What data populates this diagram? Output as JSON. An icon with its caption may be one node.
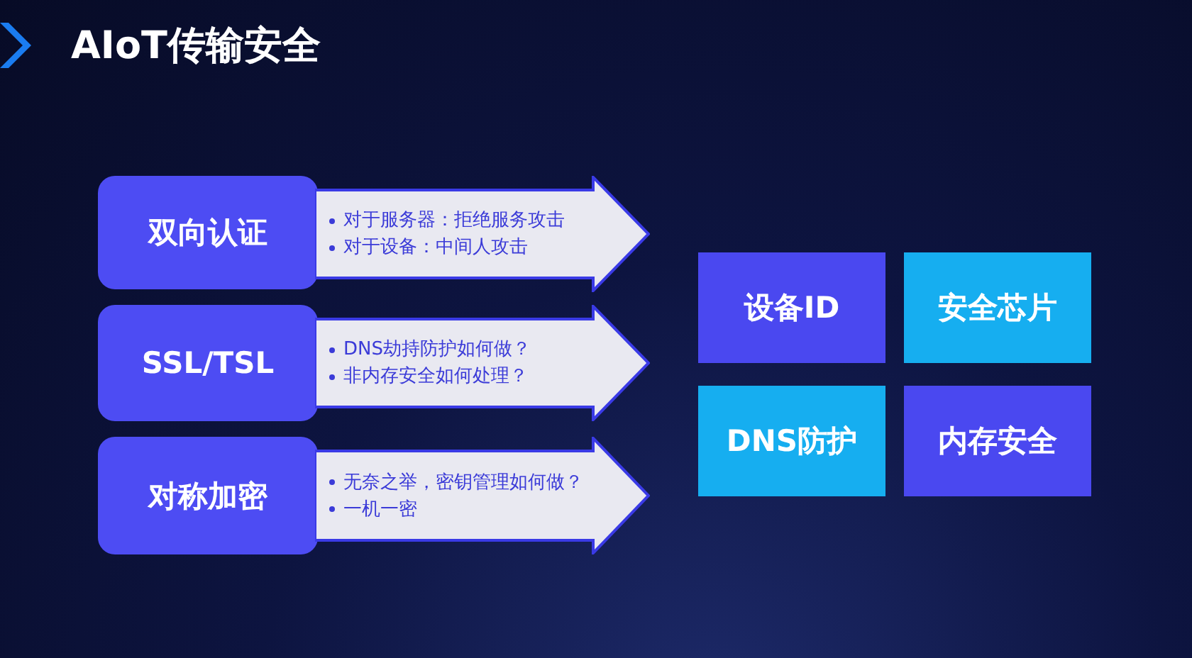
{
  "diagram": {
    "title": "AIoT传输安全",
    "nodes": [
      {
        "text": [
          "双向认证"
        ]
      },
      {
        "text": [
          "对于服务器：拒绝服务攻击",
          "对于设备：中间人攻击"
        ]
      },
      {
        "text": [
          "SSL/TSL"
        ]
      },
      {
        "text": [
          "DNS劫持防护如何做？",
          "非内存安全如何处理？"
        ]
      },
      {
        "text": [
          "对称加密"
        ]
      },
      {
        "text": [
          "无奈之举，密钥管理如何做？",
          "一机一密"
        ]
      },
      {
        "text": [
          "设备ID"
        ]
      },
      {
        "text": [
          "安全芯片"
        ]
      },
      {
        "text": [
          "DNS防护"
        ]
      },
      {
        "text": [
          "内存安全"
        ]
      }
    ],
    "edges": []
  }
}
